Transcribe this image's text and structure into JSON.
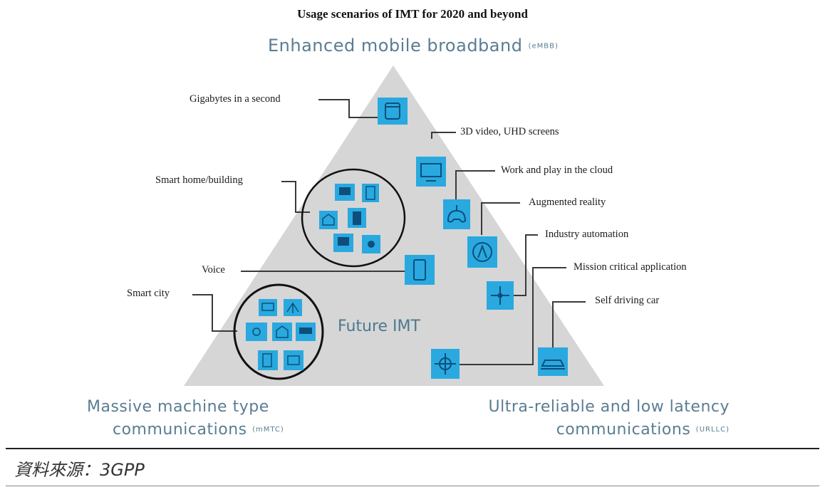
{
  "title": "Usage scenarios of IMT for 2020 and beyond",
  "corners": {
    "top": {
      "label": "Enhanced mobile broadband",
      "abbr": "(eMBB)"
    },
    "bottom_left": {
      "line1": "Massive machine type",
      "line2": "communications",
      "abbr": "(mMTC)"
    },
    "bottom_right": {
      "line1": "Ultra-reliable and low latency",
      "line2": "communications",
      "abbr": "(URLLC)"
    }
  },
  "hub": "Future IMT",
  "labels": {
    "gigabytes": "Gigabytes in a second",
    "video3d": "3D video, UHD screens",
    "cloud": "Work and play in the cloud",
    "smart_home": "Smart home/building",
    "ar": "Augmented reality",
    "industry": "Industry automation",
    "voice": "Voice",
    "mission": "Mission critical application",
    "smart_city": "Smart city",
    "self_driving": "Self driving car"
  },
  "source": "資料來源：3GPP",
  "colors": {
    "triangle": "#d6d6d6",
    "icon_fill": "#29a9df",
    "icon_stroke": "#0d4f7a",
    "corner_text": "#5a7d92"
  }
}
